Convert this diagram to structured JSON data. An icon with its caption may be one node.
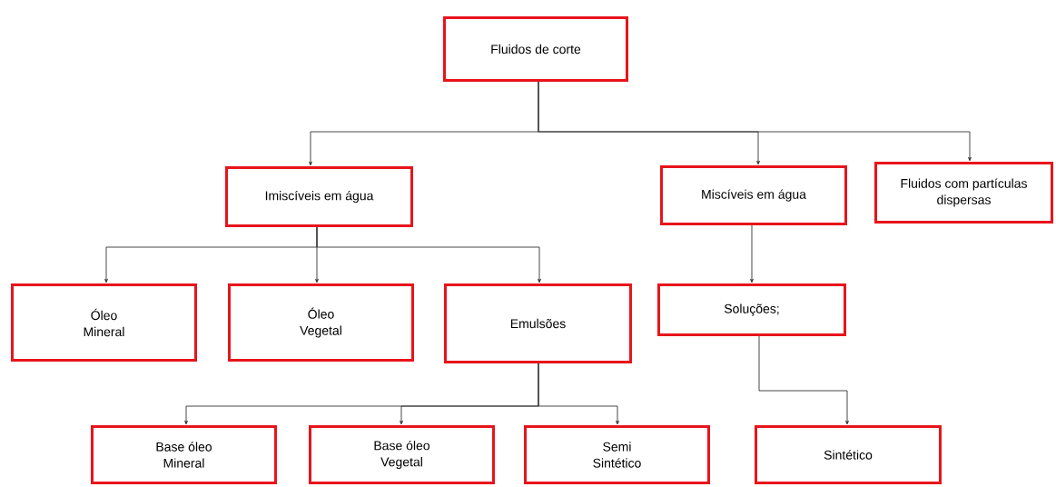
{
  "diagram": {
    "nodes": [
      {
        "text": [
          "Fluidos de corte"
        ]
      },
      {
        "text": [
          "Imiscíveis em água"
        ]
      },
      {
        "text": [
          "Miscíveis em água"
        ]
      },
      {
        "text": [
          "Fluidos com partículas dispersas"
        ]
      },
      {
        "text": [
          "Óleo Mineral"
        ]
      },
      {
        "text": [
          "Óleo Vegetal"
        ]
      },
      {
        "text": [
          "Emulsões"
        ]
      },
      {
        "text": [
          "Soluções;"
        ]
      },
      {
        "text": [
          "Base óleo Mineral"
        ]
      },
      {
        "text": [
          "Base óleo Vegetal"
        ]
      },
      {
        "text": [
          "Semi Sintético"
        ]
      },
      {
        "text": [
          "Sintético"
        ]
      }
    ],
    "edges": [
      {
        "from": 0,
        "to": 1,
        "arrow": "to"
      },
      {
        "from": 0,
        "to": 2,
        "arrow": "to"
      },
      {
        "from": 0,
        "to": 3,
        "arrow": "to"
      },
      {
        "from": 1,
        "to": 4,
        "arrow": "to"
      },
      {
        "from": 1,
        "to": 5,
        "arrow": "to"
      },
      {
        "from": 1,
        "to": 6,
        "arrow": "to"
      },
      {
        "from": 2,
        "to": 7,
        "arrow": "to"
      },
      {
        "from": 6,
        "to": 8,
        "arrow": "to"
      },
      {
        "from": 6,
        "to": 9,
        "arrow": "to"
      },
      {
        "from": 6,
        "to": 10,
        "arrow": "to"
      },
      {
        "from": 7,
        "to": 11,
        "arrow": "to"
      }
    ]
  }
}
